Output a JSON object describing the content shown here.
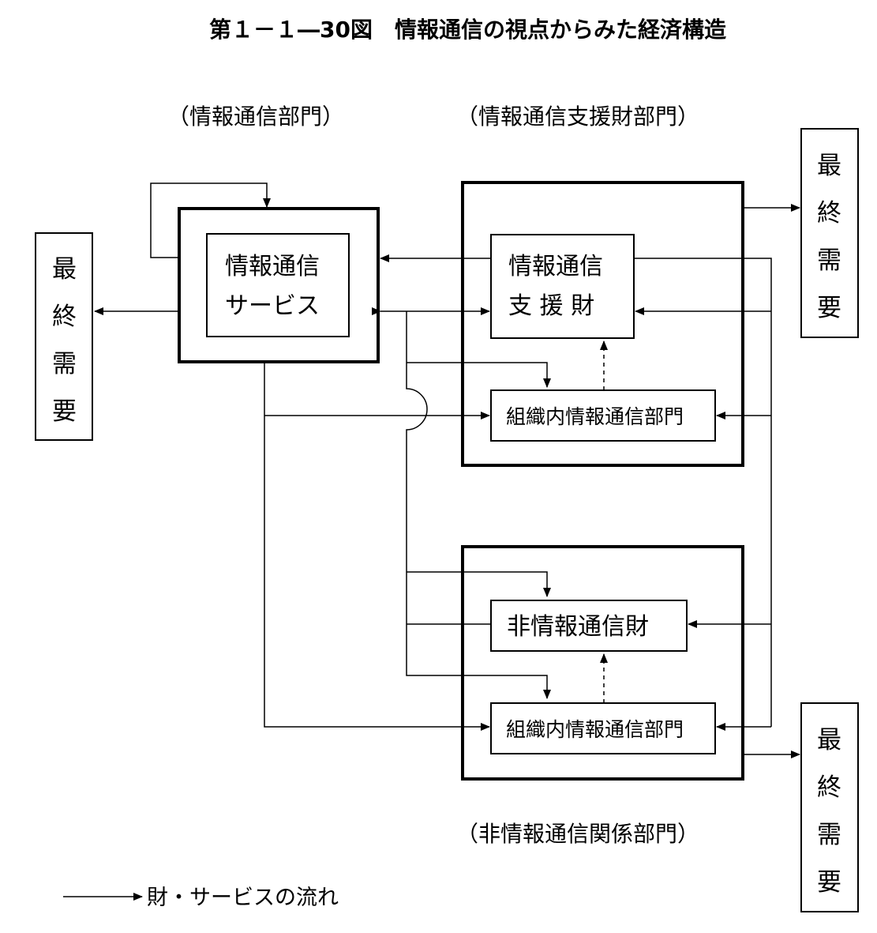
{
  "title": "第１－１―30図　情報通信の視点からみた経済構造",
  "sections": {
    "info_comm": "（情報通信部門）",
    "support_goods": "（情報通信支援財部門）",
    "non_info": "（非情報通信関係部門）"
  },
  "boxes": {
    "service_line1": "情報通信",
    "service_line2": "サービス",
    "support_line1": "情報通信",
    "support_line2": "支 援 財",
    "org_internal_upper": "組織内情報通信部門",
    "non_info_goods": "非情報通信財",
    "org_internal_lower": "組織内情報通信部門"
  },
  "final_demand": [
    "最",
    "終",
    "需",
    "要"
  ],
  "legend": "財・サービスの流れ"
}
